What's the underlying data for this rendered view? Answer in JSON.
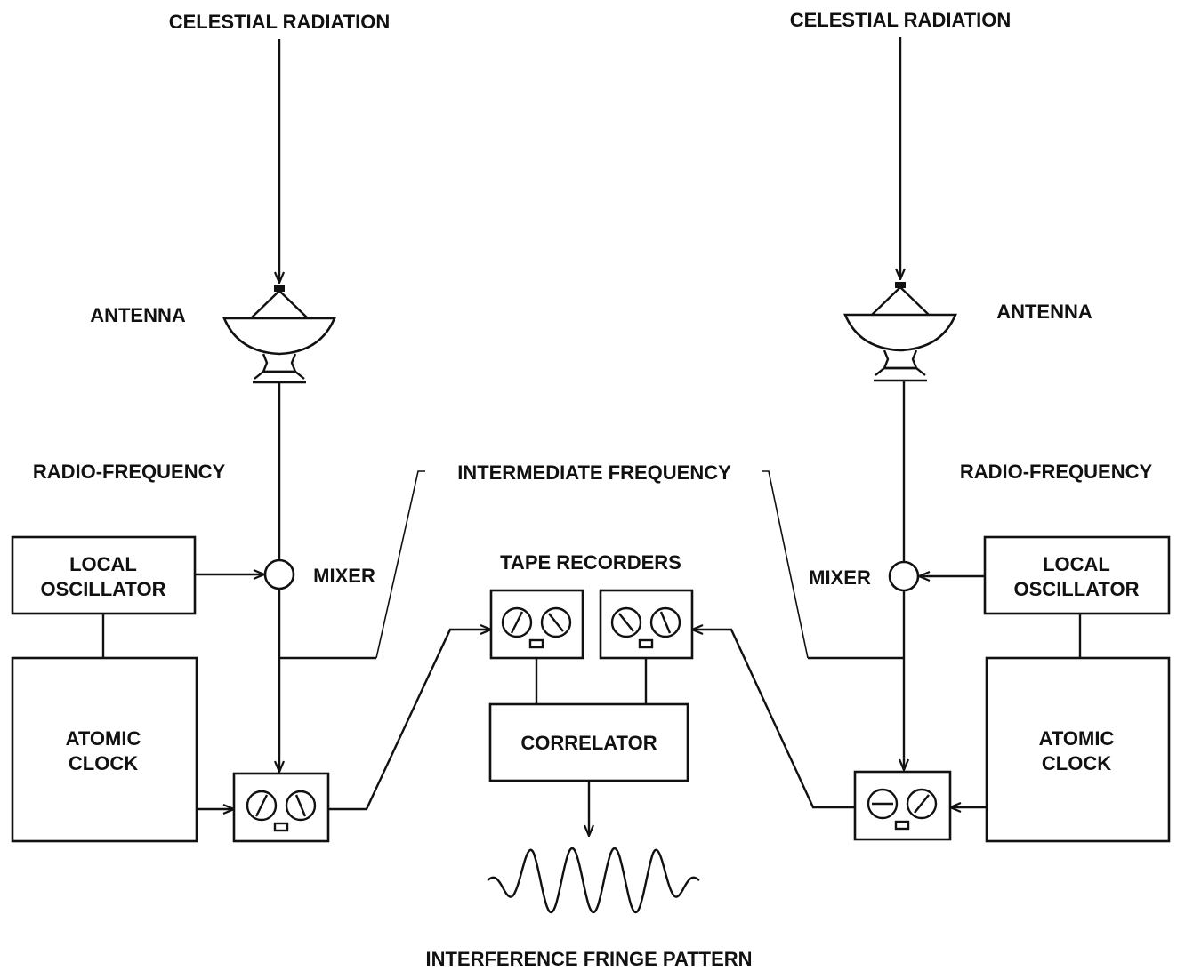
{
  "labels": {
    "celestial_radiation": "CELESTIAL RADIATION",
    "antenna": "ANTENNA",
    "radio_frequency": "RADIO-FREQUENCY",
    "intermediate_frequency": "INTERMEDIATE FREQUENCY",
    "mixer": "MIXER",
    "local_oscillator_line1": "LOCAL",
    "local_oscillator_line2": "OSCILLATOR",
    "atomic_clock_line1": "ATOMIC",
    "atomic_clock_line2": "CLOCK",
    "tape_recorders": "TAPE RECORDERS",
    "correlator": "CORRELATOR",
    "interference_fringe_pattern": "INTERFERENCE FRINGE PATTERN"
  },
  "colors": {
    "ink": "#111111",
    "background": "#ffffff"
  }
}
